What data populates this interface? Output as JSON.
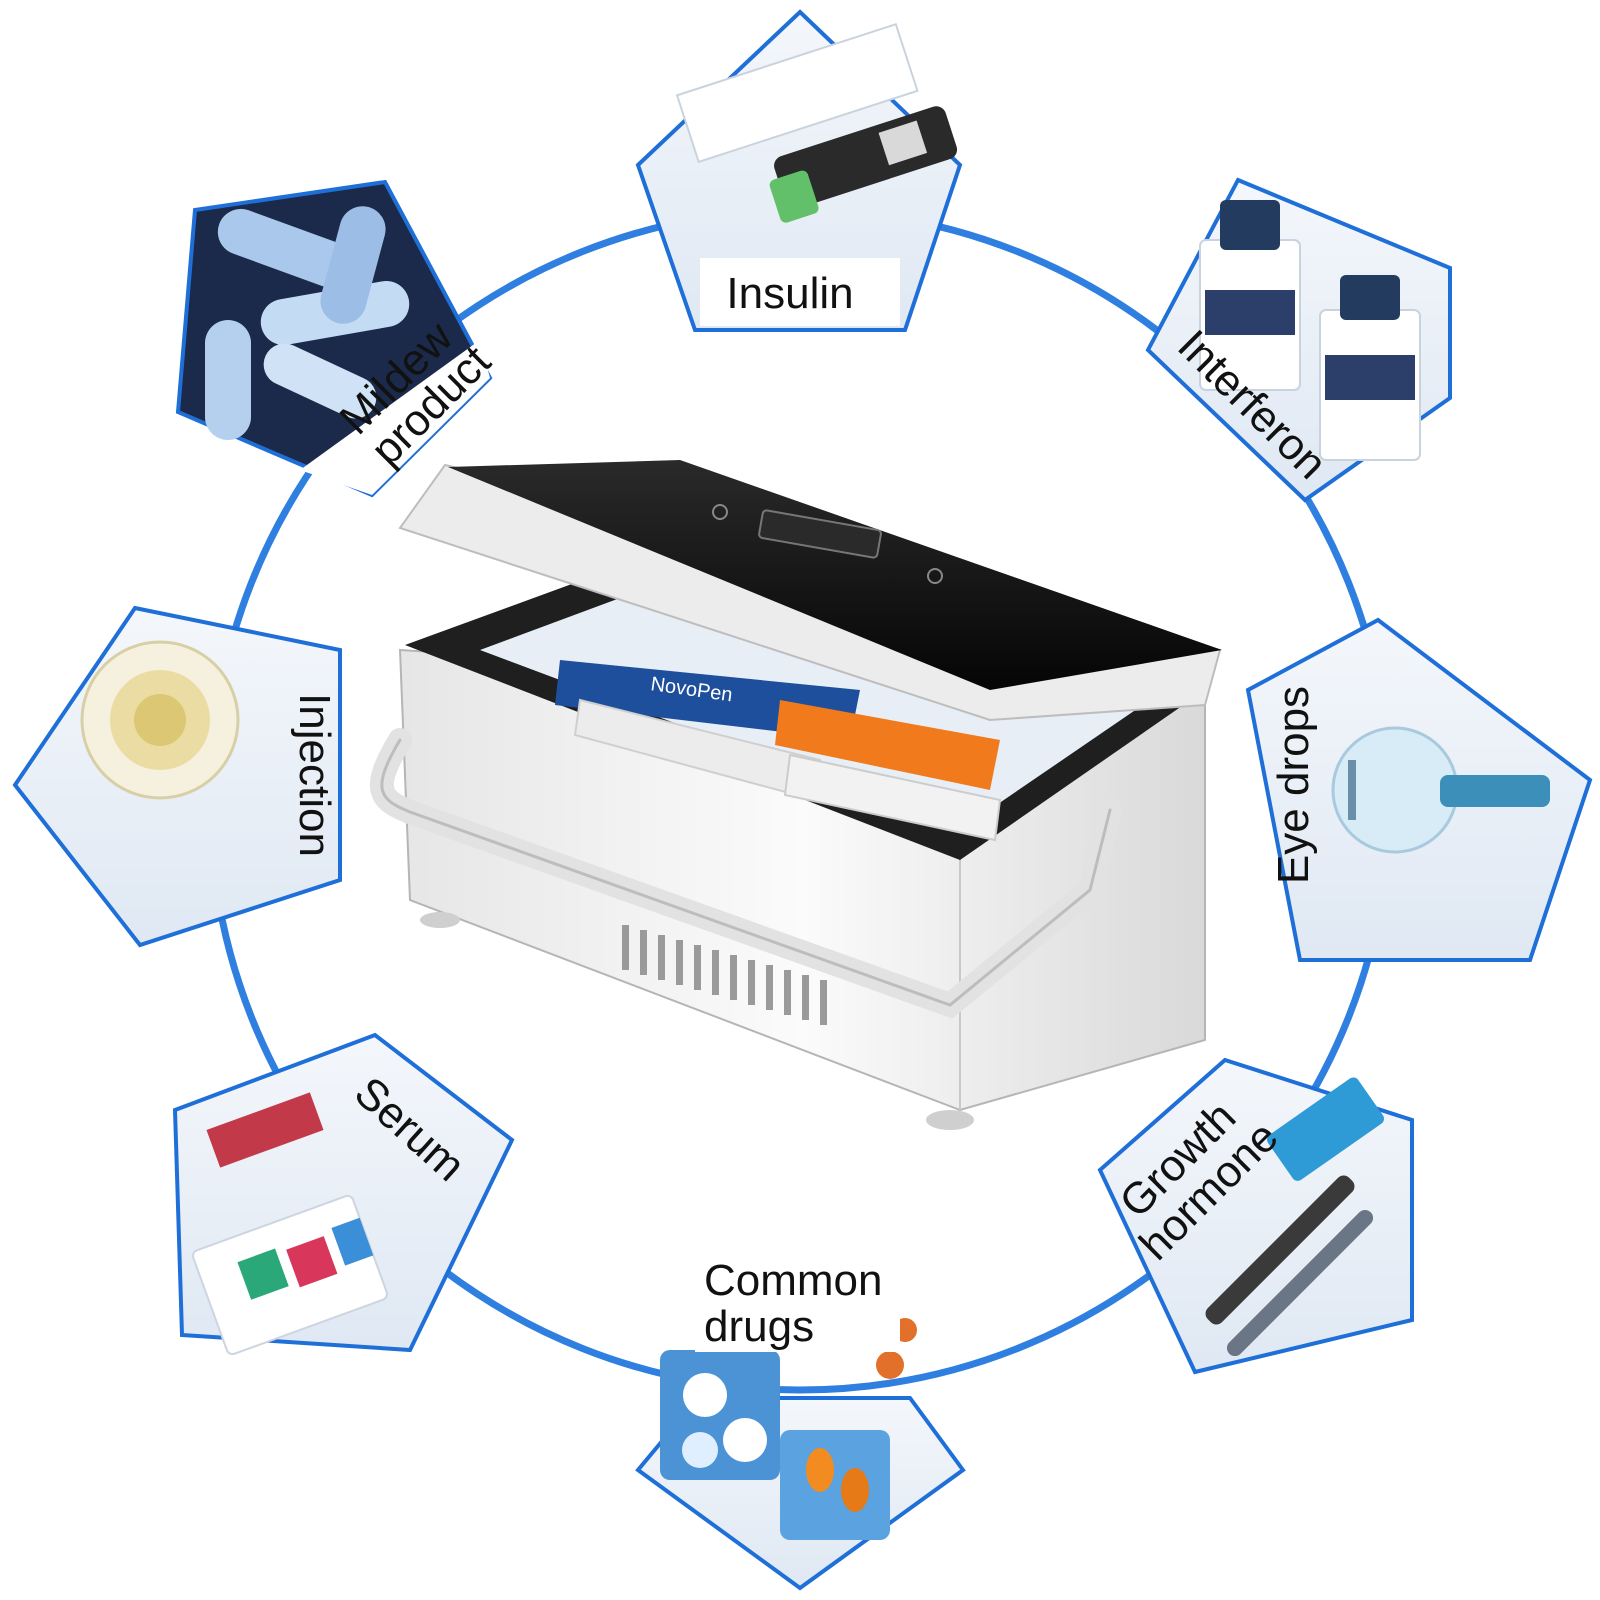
{
  "colors": {
    "ring": "#2f7fe0",
    "frame": "#1f6fd8",
    "text": "#111111"
  },
  "uses": [
    {
      "label": "Insulin",
      "icon": "insulin-pen-icon"
    },
    {
      "label": "Interferon",
      "icon": "vial-icon"
    },
    {
      "label": "Eye drops",
      "icon": "dropper-flask-icon"
    },
    {
      "label": "Growth hormone",
      "icon": "hormone-pen-icon"
    },
    {
      "label": "Common drugs",
      "icon": "pills-icon"
    },
    {
      "label": "Serum",
      "icon": "serum-tubes-icon"
    },
    {
      "label": "Injection",
      "icon": "injection-vial-icon"
    },
    {
      "label": "Mildew product",
      "icon": "bacteria-icon"
    }
  ],
  "product": {
    "icon": "portable-insulin-cooler-icon",
    "pen_label": "NovoPen"
  }
}
